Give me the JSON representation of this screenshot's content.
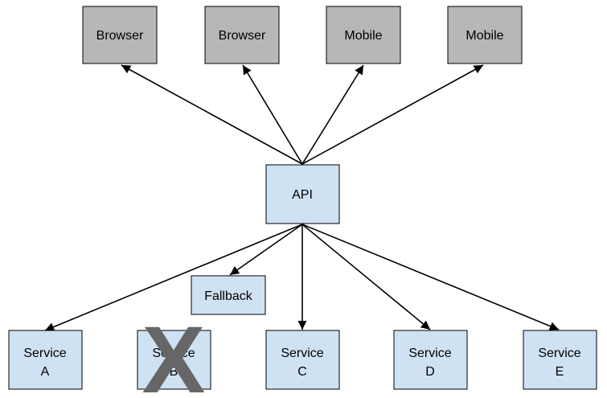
{
  "clients": {
    "browser_1": "Browser",
    "browser_2": "Browser",
    "mobile_1": "Mobile",
    "mobile_2": "Mobile"
  },
  "api": {
    "label": "API"
  },
  "fallback": {
    "label": "Fallback"
  },
  "services": {
    "a": {
      "line1": "Service",
      "line2": "A"
    },
    "b": {
      "line1": "Service",
      "line2": "B"
    },
    "c": {
      "line1": "Service",
      "line2": "C"
    },
    "d": {
      "line1": "Service",
      "line2": "D"
    },
    "e": {
      "line1": "Service",
      "line2": "E"
    }
  },
  "failure_marker": {
    "glyph": "X",
    "color": "#666666"
  },
  "colors": {
    "client_fill": "#b7b7b7",
    "service_fill": "#cfe2f3",
    "stroke": "#000000"
  }
}
